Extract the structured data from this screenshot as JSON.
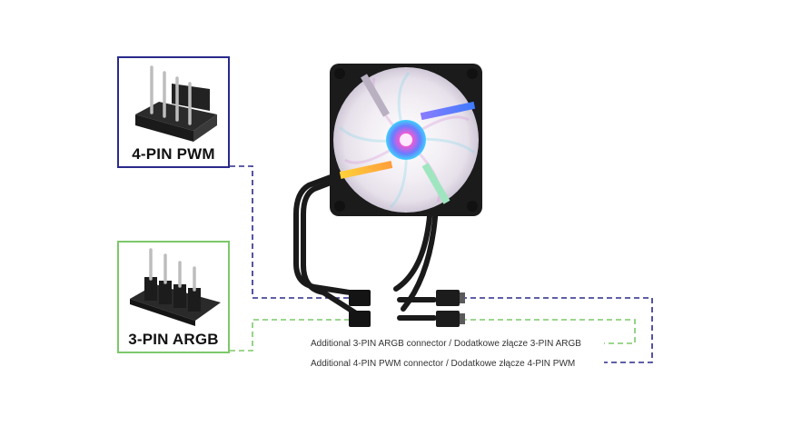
{
  "connectors": {
    "pwm": {
      "label": "4-PIN PWM",
      "color": "#2a2a8c"
    },
    "argb": {
      "label": "3-PIN ARGB",
      "color": "#7dc86a"
    }
  },
  "notes": {
    "argb": "Additional 3-PIN ARGB connector / Dodatkowe złącze 3-PIN ARGB",
    "pwm": "Additional 4-PIN PWM connector / Dodatkowe złącze 4-PIN PWM"
  }
}
